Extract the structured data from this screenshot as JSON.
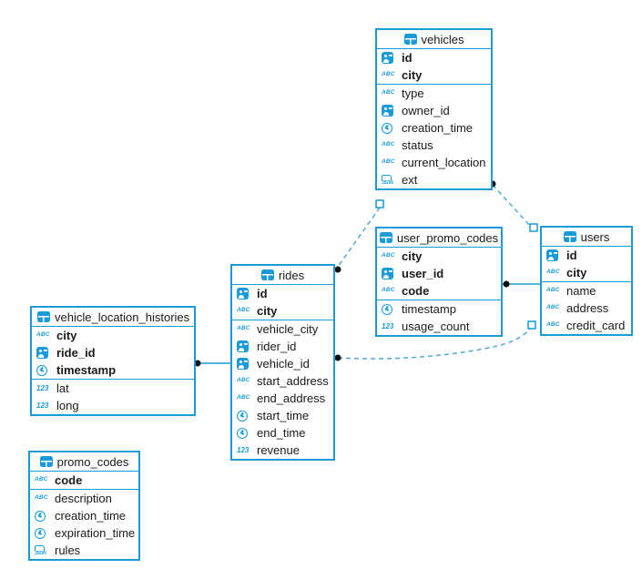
{
  "colors": {
    "accent": "#189bd8",
    "dashed_line": "#4faade",
    "marker_dot": "#111111",
    "text": "#1a1a1a"
  },
  "tables": [
    {
      "name": "vehicles",
      "icon": "table-grid",
      "pk": [
        {
          "name": "id",
          "icon": "uuid"
        },
        {
          "name": "city",
          "icon": "abc-text"
        }
      ],
      "cols": [
        {
          "name": "type",
          "icon": "abc-text"
        },
        {
          "name": "owner_id",
          "icon": "uuid"
        },
        {
          "name": "creation_time",
          "icon": "clock"
        },
        {
          "name": "status",
          "icon": "abc-text"
        },
        {
          "name": "current_location",
          "icon": "abc-text"
        },
        {
          "name": "ext",
          "icon": "json"
        }
      ]
    },
    {
      "name": "user_promo_codes",
      "icon": "table-grid",
      "pk": [
        {
          "name": "city",
          "icon": "abc-text"
        },
        {
          "name": "user_id",
          "icon": "uuid"
        },
        {
          "name": "code",
          "icon": "abc-text"
        }
      ],
      "cols": [
        {
          "name": "timestamp",
          "icon": "clock"
        },
        {
          "name": "usage_count",
          "icon": "number-123"
        }
      ]
    },
    {
      "name": "users",
      "icon": "table-grid",
      "pk": [
        {
          "name": "id",
          "icon": "uuid"
        },
        {
          "name": "city",
          "icon": "abc-text"
        }
      ],
      "cols": [
        {
          "name": "name",
          "icon": "abc-text"
        },
        {
          "name": "address",
          "icon": "abc-text"
        },
        {
          "name": "credit_card",
          "icon": "abc-text"
        }
      ]
    },
    {
      "name": "rides",
      "icon": "table-grid",
      "pk": [
        {
          "name": "id",
          "icon": "uuid"
        },
        {
          "name": "city",
          "icon": "abc-text"
        }
      ],
      "cols": [
        {
          "name": "vehicle_city",
          "icon": "abc-text"
        },
        {
          "name": "rider_id",
          "icon": "uuid"
        },
        {
          "name": "vehicle_id",
          "icon": "uuid"
        },
        {
          "name": "start_address",
          "icon": "abc-text"
        },
        {
          "name": "end_address",
          "icon": "abc-text"
        },
        {
          "name": "start_time",
          "icon": "clock"
        },
        {
          "name": "end_time",
          "icon": "clock"
        },
        {
          "name": "revenue",
          "icon": "number-123"
        }
      ]
    },
    {
      "name": "vehicle_location_histories",
      "icon": "table-grid",
      "pk": [
        {
          "name": "city",
          "icon": "abc-text"
        },
        {
          "name": "ride_id",
          "icon": "uuid"
        },
        {
          "name": "timestamp",
          "icon": "clock"
        }
      ],
      "cols": [
        {
          "name": "lat",
          "icon": "number-123"
        },
        {
          "name": "long",
          "icon": "number-123"
        }
      ]
    },
    {
      "name": "promo_codes",
      "icon": "table-grid",
      "pk": [
        {
          "name": "code",
          "icon": "abc-text"
        }
      ],
      "cols": [
        {
          "name": "description",
          "icon": "abc-text"
        },
        {
          "name": "creation_time",
          "icon": "clock"
        },
        {
          "name": "expiration_time",
          "icon": "clock"
        },
        {
          "name": "rules",
          "icon": "json"
        }
      ]
    }
  ],
  "relationships": [
    {
      "from": "vehicle_location_histories",
      "to": "rides",
      "style": "solid"
    },
    {
      "from": "user_promo_codes",
      "to": "users",
      "style": "solid"
    },
    {
      "from": "vehicles",
      "to": "users",
      "style": "dashed"
    },
    {
      "from": "rides",
      "to": "vehicles",
      "style": "dashed"
    },
    {
      "from": "rides",
      "to": "users",
      "style": "dashed"
    }
  ]
}
